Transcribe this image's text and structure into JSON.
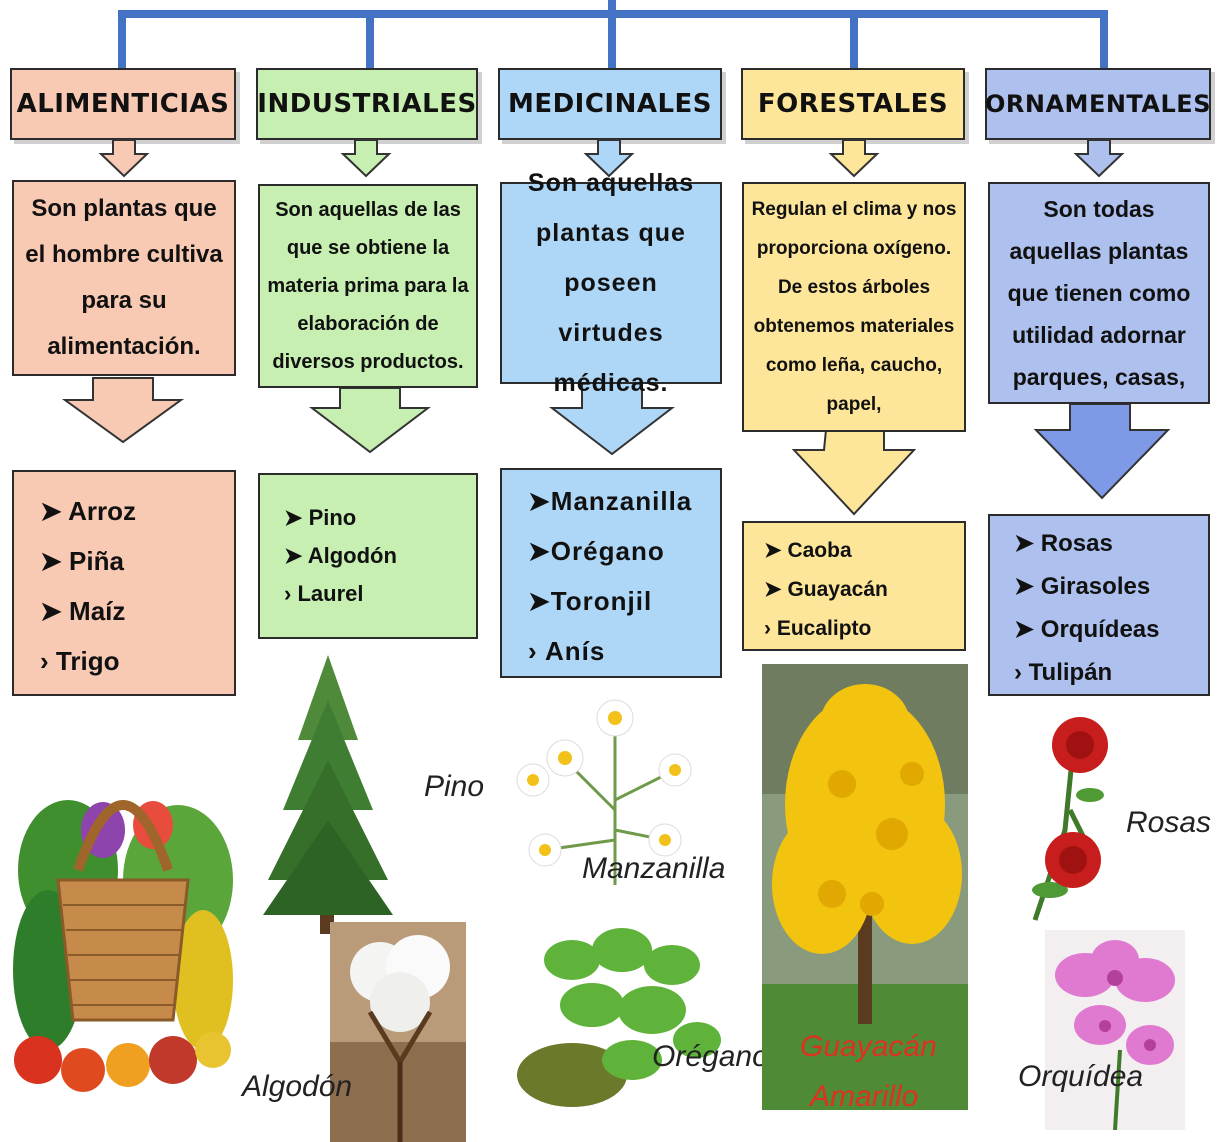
{
  "colors": {
    "connector": "#4472c4",
    "alimenticias": "#f8c9b3",
    "industriales": "#c6efb1",
    "medicinales": "#aed7f7",
    "forestales": "#fde69a",
    "ornamentales": "#adc0ee"
  },
  "categories": [
    {
      "title": "ALIMENTICIAS",
      "description": "Son plantas que el hombre cultiva para su alimentación.",
      "items": [
        {
          "bullet": "➤",
          "label": "Arroz"
        },
        {
          "bullet": "➤",
          "label": "Piña"
        },
        {
          "bullet": "➤",
          "label": "Maíz"
        },
        {
          "bullet": "›",
          "label": "Trigo"
        }
      ]
    },
    {
      "title": "INDUSTRIALES",
      "description": "Son aquellas de las que se obtiene la materia prima para la elaboración de diversos productos.",
      "items": [
        {
          "bullet": "➤",
          "label": "Pino"
        },
        {
          "bullet": "➤",
          "label": "Algodón"
        },
        {
          "bullet": "›",
          "label": "Laurel"
        }
      ]
    },
    {
      "title": "MEDICINALES",
      "description": "Son aquellas plantas que poseen virtudes médicas.",
      "items": [
        {
          "bullet": "➤",
          "label": "Manzanilla"
        },
        {
          "bullet": "➤",
          "label": "Orégano"
        },
        {
          "bullet": "➤",
          "label": "Toronjil"
        },
        {
          "bullet": "›",
          "label": "Anís"
        }
      ]
    },
    {
      "title": "FORESTALES",
      "description": "Regulan el clima y nos proporciona oxígeno. De estos árboles obtenemos materiales como leña, caucho, papel,",
      "items": [
        {
          "bullet": "➤",
          "label": "Caoba"
        },
        {
          "bullet": "➤",
          "label": "Guayacán"
        },
        {
          "bullet": "›",
          "label": "Eucalipto"
        }
      ]
    },
    {
      "title": "ORNAMENTALES",
      "description": "Son todas aquellas plantas que tienen como utilidad adornar parques, casas,",
      "items": [
        {
          "bullet": "➤",
          "label": "Rosas"
        },
        {
          "bullet": "➤",
          "label": "Girasoles"
        },
        {
          "bullet": "➤",
          "label": "Orquídeas"
        },
        {
          "bullet": "›",
          "label": "Tulipán"
        }
      ]
    }
  ],
  "captions": {
    "pino": "Pino",
    "algodon": "Algodón",
    "manzanilla": "Manzanilla",
    "oregano": "Orégano",
    "guayacan_line1": "Guayacán",
    "guayacan_line2": "Amarillo",
    "rosas": "Rosas",
    "orquidea": "Orquídea"
  }
}
